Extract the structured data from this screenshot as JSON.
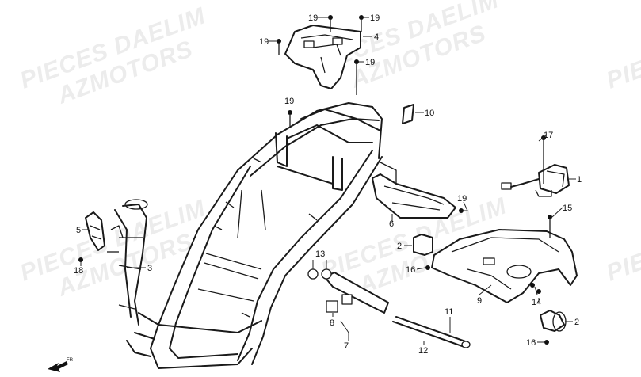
{
  "watermarks": [
    {
      "line1": "PIECES DAELIM",
      "line2": "AZMOTORS"
    },
    {
      "line1": "PIECES DAELIM",
      "line2": "AZMOTORS"
    },
    {
      "line1": "PIECES DAELIM",
      "line2": "AZMOTORS"
    },
    {
      "line1": "PIECES DAELIM",
      "line2": "AZMOTORS"
    },
    {
      "line1": "PIECES",
      "line2": ""
    },
    {
      "line1": "PIEC",
      "line2": ""
    }
  ],
  "callouts": [
    "19",
    "19",
    "19",
    "4",
    "19",
    "19",
    "10",
    "17",
    "1",
    "19",
    "6",
    "15",
    "5",
    "18",
    "3",
    "13",
    "2",
    "16",
    "9",
    "14",
    "8",
    "7",
    "11",
    "12",
    "2",
    "16"
  ],
  "arrow_label": "FR"
}
